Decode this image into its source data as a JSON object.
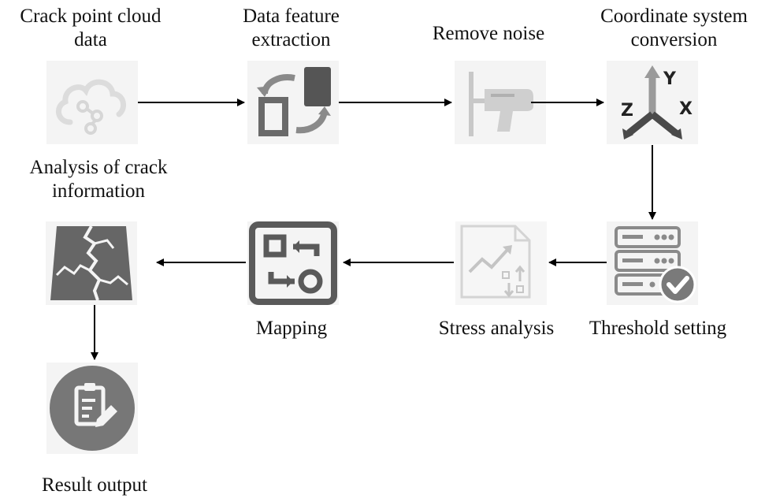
{
  "nodes": {
    "crack_point_cloud": {
      "line1": "Crack point cloud",
      "line2": "data",
      "icon": "cloud-icon"
    },
    "feature_extraction": {
      "line1": "Data feature",
      "line2": "extraction",
      "icon": "transform-icon"
    },
    "remove_noise": {
      "line1": "Remove noise",
      "icon": "drill-icon"
    },
    "coordinate_conversion": {
      "line1": "Coordinate system",
      "line2": "conversion",
      "icon": "axes-icon"
    },
    "threshold_setting": {
      "line1": "Threshold setting",
      "icon": "server-check-icon"
    },
    "stress_analysis": {
      "line1": "Stress analysis",
      "icon": "trend-document-icon"
    },
    "mapping": {
      "line1": "Mapping",
      "icon": "mapping-icon"
    },
    "crack_information": {
      "line1": "Analysis of crack",
      "line2": "information",
      "icon": "cracked-surface-icon"
    },
    "result_output": {
      "line1": "Result output",
      "icon": "clipboard-edit-icon"
    }
  },
  "axes_letters": {
    "y": "Y",
    "z": "Z",
    "x": "X"
  },
  "colors": {
    "dark_gray": "#5f5f5f",
    "mid_gray": "#8a8a8a",
    "light_gray": "#d9d9d9",
    "tile_bg": "#f1f1f1"
  }
}
